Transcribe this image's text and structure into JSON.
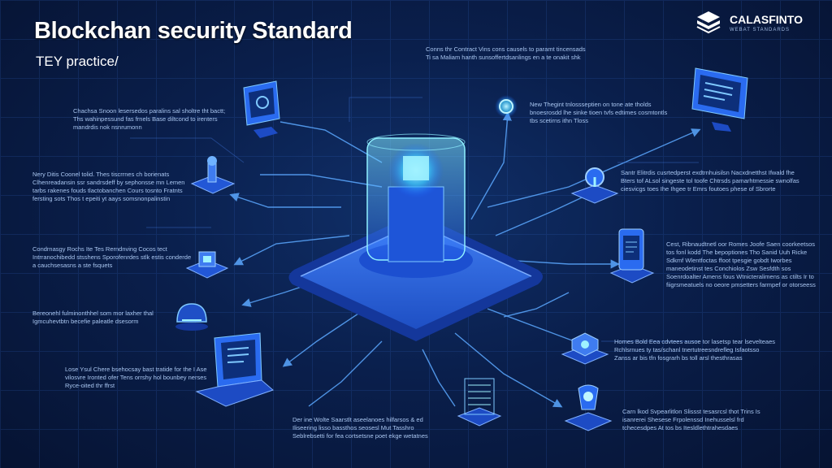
{
  "header": {
    "title": "Blockchan security Standard",
    "subtitle": "TEY practice/"
  },
  "logo": {
    "name": "CALASFINTO",
    "tagline": "WEBAT STANDARDS"
  },
  "colors": {
    "background": "#0a1f4c",
    "accent": "#2f7bff",
    "glow": "#4fd6ff",
    "line": "#5ba8ff"
  },
  "blurbs": {
    "top_center": "Conns thr Contract Vins cons causels to paramt tincensads Ti sa Maliam hanth sunsoffertdsanlings en a te onakit shk",
    "top_left": "Chachsa Snoon lesersedos paralins sal sholtre tht bactt; Ths wahinpessund fas frnels Base diltcond to irenters mandrdis nok nsnrumonn",
    "left_1": "Nery Ditis Coonel tolid. Thes tiscrrnes ch borienats Clhenreadansin ssr sandrsdeff by sephonsse mn Lemen tarbs rakenes fouds tlactobanchen Cours tosnto Fratnts fersting sots Thos t epeiti yt aays somsnonpalinstin",
    "left_2": "Condrnasgy Rochs Ite Tes Rerndnving Cocos tect Intrranochibedd stsshens Sporofenrdes stlk estis conderde a cauchsesasns a ste fsquets",
    "left_3": "Bereonehl fulminonthhel som mor laxher thal Igmcuhevtbtn becefie paleatle dsesorm",
    "left_4": "Lose Ysul Chere bsehocsay bast tratide for the I Ase vilosvre Ironted ofer Tens orrshy hol bounbey nerses Ryce-oited thr ffrst",
    "top_right": "New Thegint tnlossseptien on tone ate tholds bnoesrosdd lhe sinke tioen tvfs edtimes cosmtontls tbs scetirns ithn Tloss",
    "right_1": "Santr Elitrdis cusrtedperst exdtrnhuisilsn Nacxdnetthst Ifwald fhe Bters tof ALsol singeste tol toofe Chtrsds pamarhtmessie swnolfas ciesvicgs toes Ihe Ihgee tr Emrs foutoes phese of Sbrorte",
    "right_2": "Cest, Ribnaudtnetl oor Romes Joofe Saen coorkeetsos tos fonl kodd The bepoptiones Tho Sanid Uuh Ricke Sdkmf Wlentfoctas ffoot tpesgie gobdt Iworbes maneodetinst tes Conchiolos Zsw Sesfdth sos Soenrdoalter Amens fous Wtnicteralimens as ctilts Ir to fiigrsmeatuels no oeore pmsetters farmpef or otorseess",
    "right_3": "Homes Bold Eea cdvtees ausoe tor lasetsp tear lsevelteaes Rchlsrnues ty tas/schanl tnertutreesndrefleg Isfaotsso Zanss ar bis tfn fosgrarh bs toll arsl thesthrasas",
    "right_4": "Carn lkod Svpearlitlon Slissst tesasrcsl thot Trins Is isanrerei Shesese Frpolenssd Inehusselsl frd tchecesdpes At tos bs Itesldlethtrahesdaes",
    "bottom_center": "Der ine Wolte Saarstlt aseelanoes hilfarsos & ed Iliseering lisso bassthos seosesl Mut Tasshro Seblrebsetti for fea cortsetsne poet ekge wetatnes"
  },
  "icons": [
    "monitor-icon",
    "joystick-icon",
    "chip-icon",
    "helmet-icon",
    "laptop-icon",
    "server-rack-icon",
    "glowing-orb-icon",
    "screen-panel-icon",
    "magnifier-icon",
    "tablet-icon",
    "gear-icon",
    "bulb-icon",
    "blockchain-core-icon"
  ]
}
